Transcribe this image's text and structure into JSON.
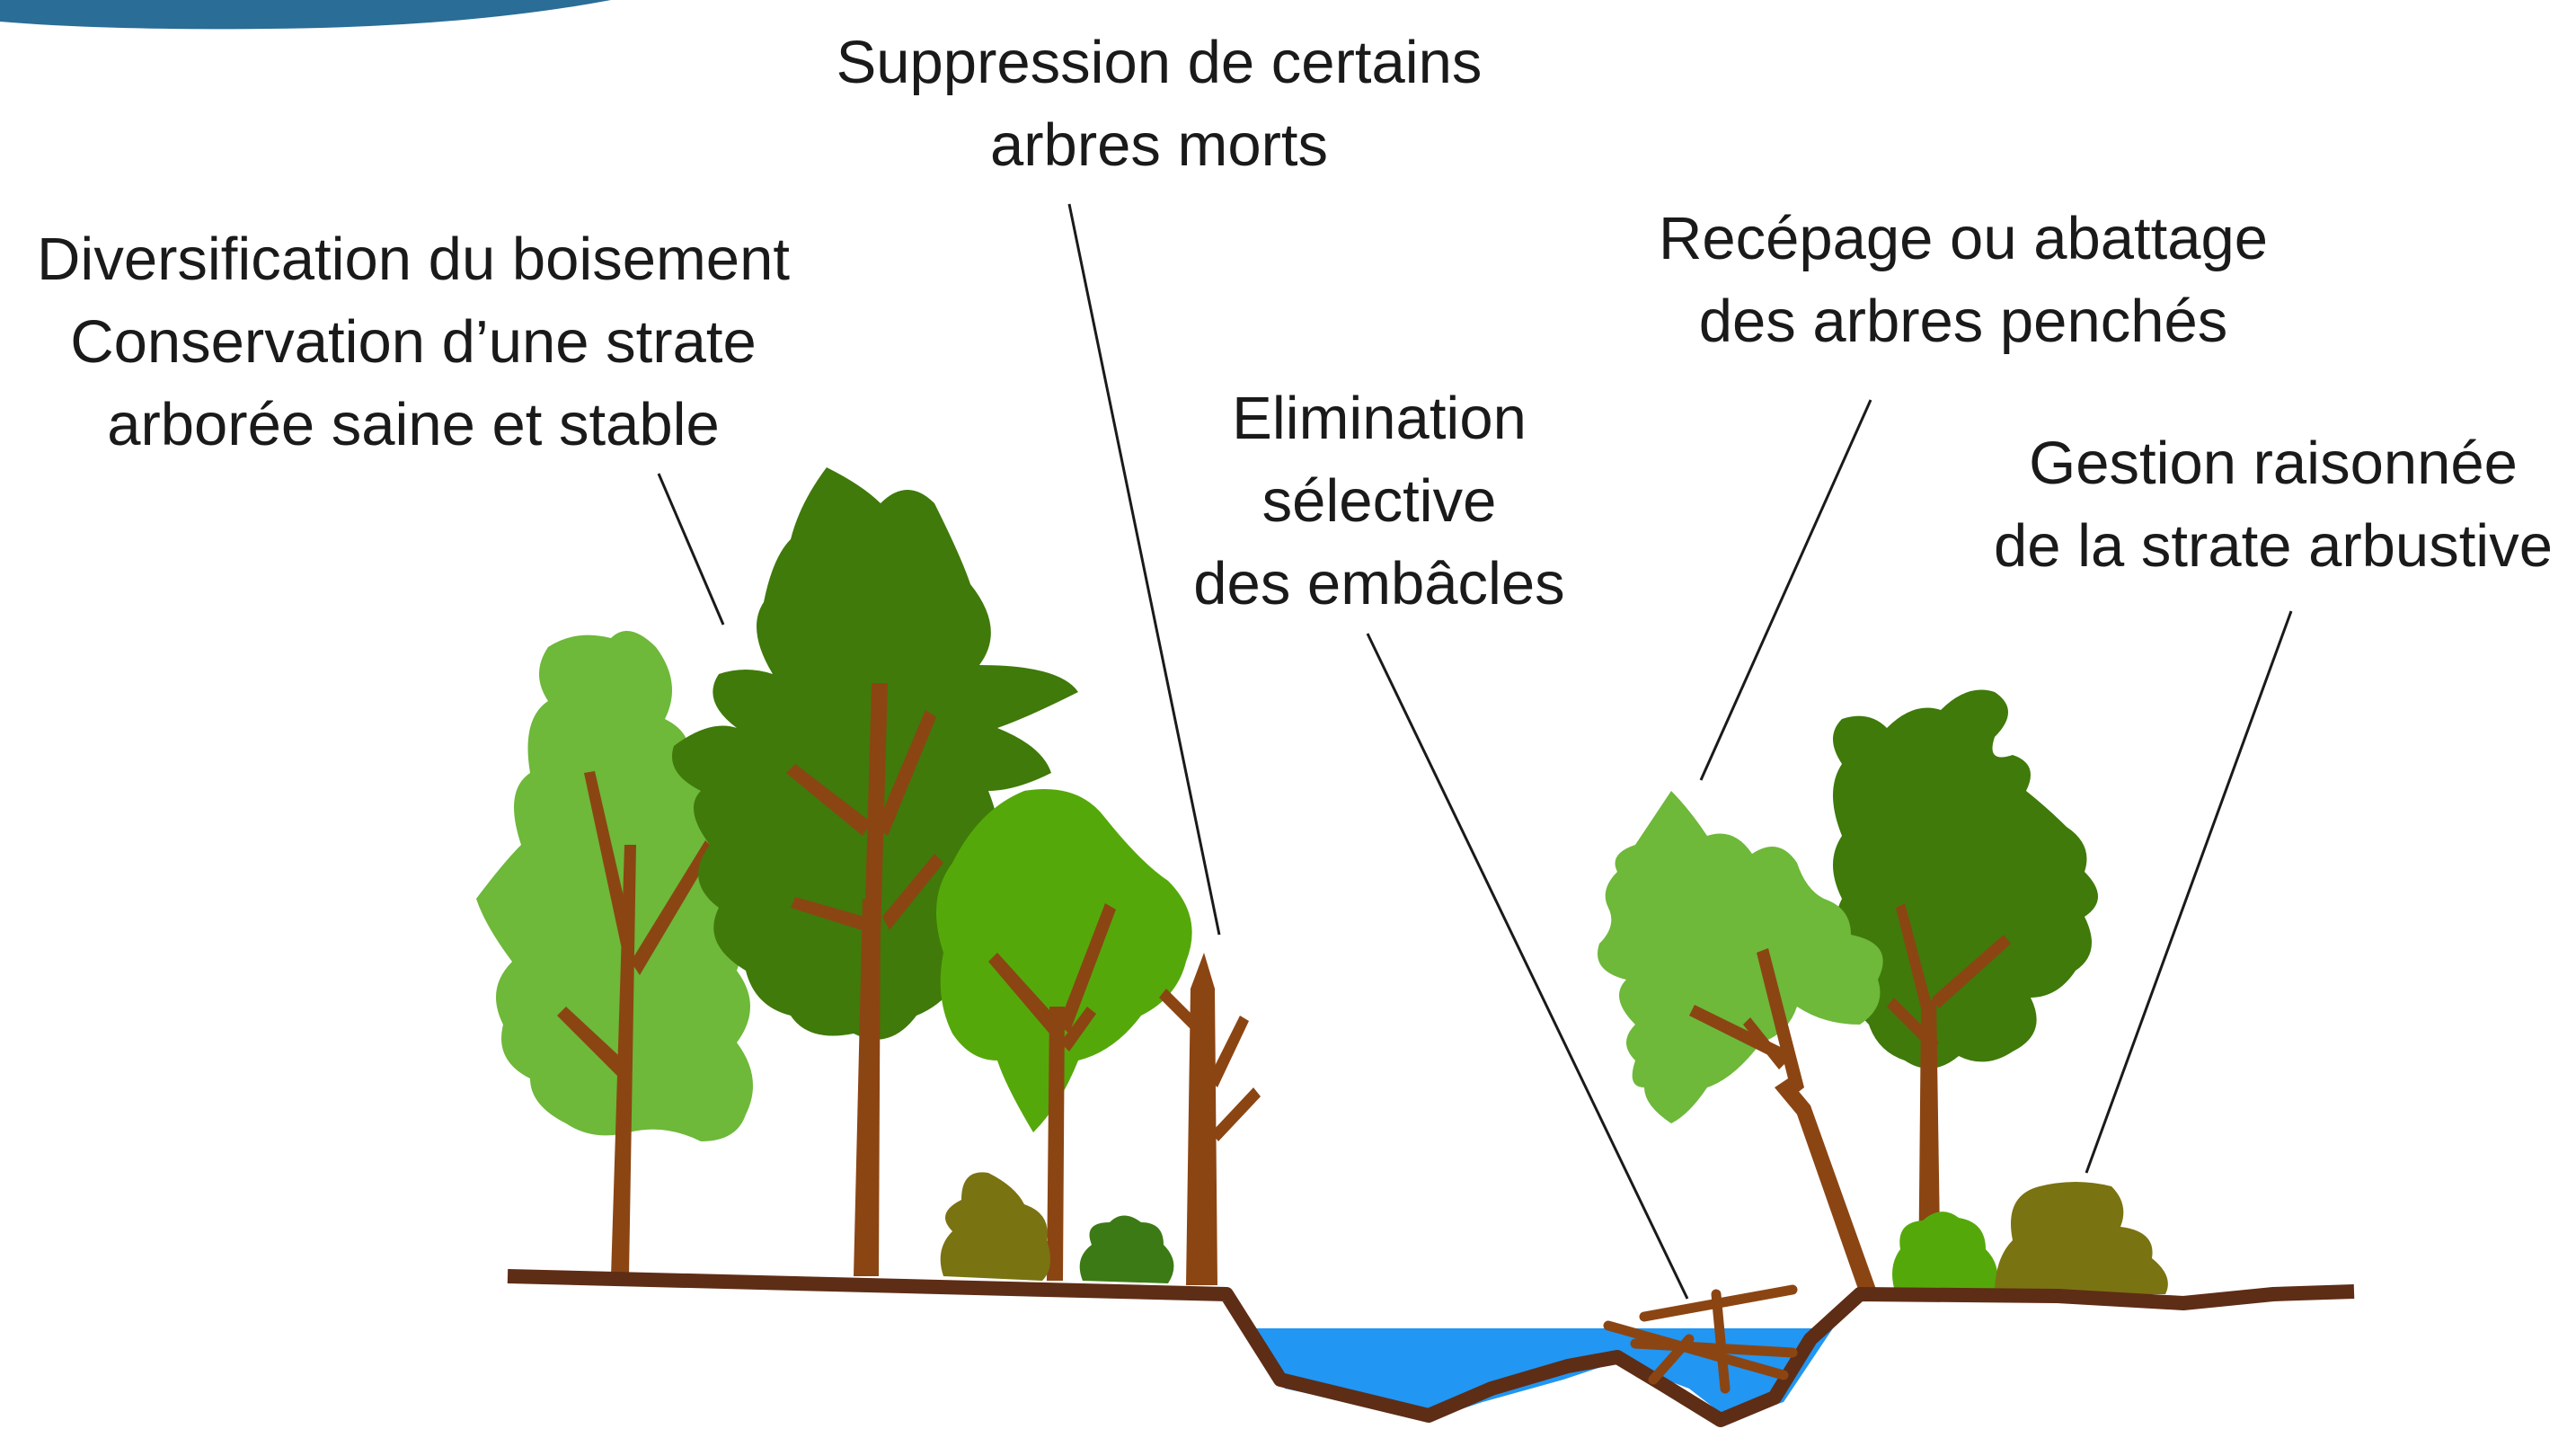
{
  "labels": {
    "suppression": [
      "Suppression de certains",
      "arbres morts"
    ],
    "diversification": [
      "Diversification du boisement",
      "Conservation d’une strate",
      "arborée saine et stable"
    ],
    "recepage": [
      "Recépage ou abattage",
      "des arbres penchés"
    ],
    "elimination": [
      "Elimination",
      "sélective",
      "des embâcles"
    ],
    "gestion": [
      "Gestion raisonnée",
      "de la strate arbustive"
    ]
  },
  "colors": {
    "water": "#2196f3",
    "ground": "#5e2d16",
    "trunk": "#8b4513",
    "light_green": "#55a80a",
    "medium_green": "#6eb83a",
    "dark_green": "#3f7a0a",
    "shrub_olive": "#7a7312",
    "shrub_dark": "#3c7a16",
    "banner": "#2a6d96"
  }
}
